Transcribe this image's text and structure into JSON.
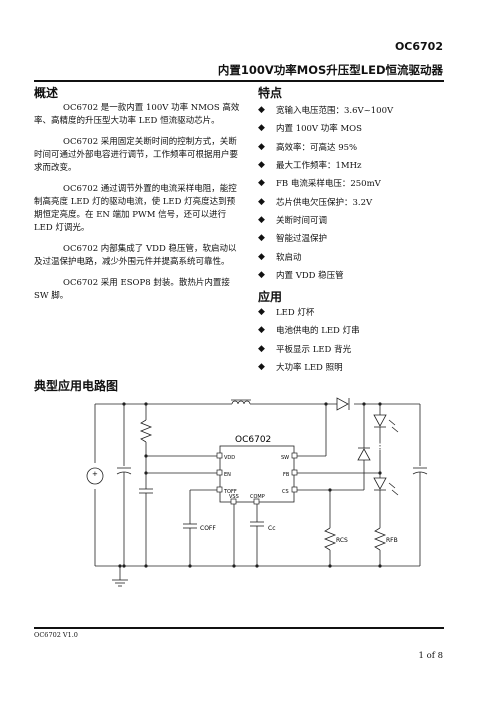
{
  "header": {
    "part_number": "OC6702",
    "title": "内置100V功率MOS升压型LED恒流驱动器"
  },
  "overview": {
    "heading": "概述",
    "paragraphs": [
      "OC6702 是一款内置 100V 功率 NMOS 高效率、高精度的升压型大功率 LED 恒流驱动芯片。",
      "OC6702 采用固定关断时间的控制方式，关断时间可通过外部电容进行调节，工作频率可根据用户要求而改变。",
      "OC6702 通过调节外置的电流采样电阻，能控制高亮度 LED 灯的驱动电流，使 LED 灯亮度达到预期恒定亮度。在 EN 端加 PWM 信号，还可以进行 LED 灯调光。",
      "OC6702 内部集成了 VDD 稳压管，软启动以及过温保护电路，减少外围元件并提高系统可靠性。",
      "OC6702 采用 ESOP8 封装。散热片内置接 SW 脚。"
    ]
  },
  "features": {
    "heading": "特点",
    "items": [
      "宽输入电压范围：3.6V~100V",
      "内置 100V 功率 MOS",
      "高效率：可高达 95%",
      "最大工作频率：1MHz",
      "FB 电流采样电压：250mV",
      "芯片供电欠压保护：3.2V",
      "关断时间可调",
      "智能过温保护",
      "软启动",
      "内置 VDD 稳压管"
    ]
  },
  "applications": {
    "heading": "应用",
    "items": [
      "LED 灯杯",
      "电池供电的 LED 灯串",
      "平板显示 LED 背光",
      "大功率 LED 照明"
    ]
  },
  "circuit": {
    "heading": "典型应用电路图",
    "chip_label": "OC6702",
    "pins_left": [
      "VDD",
      "EN",
      "TOFF"
    ],
    "pins_right": [
      "SW",
      "FB",
      "CS"
    ],
    "pins_bottom": [
      "VSS",
      "COMP"
    ],
    "component_labels": {
      "coff": "COFF",
      "cc": "Cc",
      "rcs": "RCS",
      "rfb": "RFB",
      "source_plus": "+"
    }
  },
  "footer": {
    "version": "OC6702 V1.0",
    "page": "1 of 8"
  }
}
